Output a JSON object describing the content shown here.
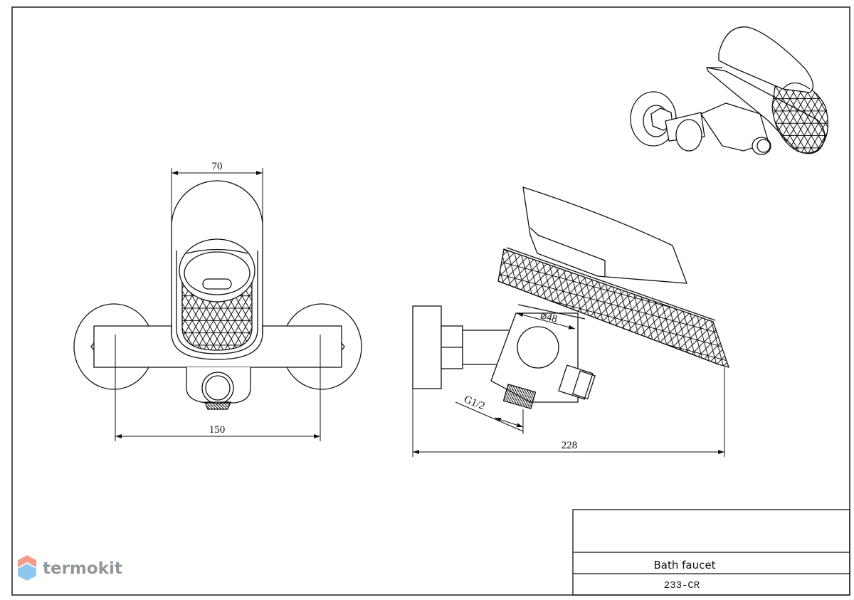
{
  "dimensions": {
    "front_top_width": "70",
    "front_center_distance": "150",
    "side_diameter": "⌀48",
    "side_thread": "G1/2",
    "side_total_length": "228"
  },
  "title_block": {
    "name": "Bath faucet",
    "code": "233-CR"
  },
  "watermark": {
    "text": "termokit",
    "colors": {
      "top": "#f29c8e",
      "bottom": "#8ec6ee"
    }
  },
  "colors": {
    "line": "#111111",
    "paper": "#ffffff"
  }
}
